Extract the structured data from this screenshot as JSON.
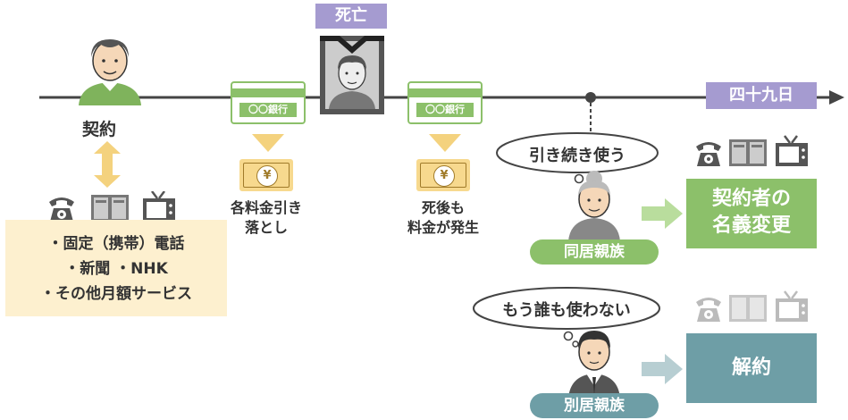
{
  "timeline": {
    "death_label": "死亡",
    "end_label": "四十九日"
  },
  "contract": {
    "label": "契約",
    "services_line1": "・固定（携帯）電話",
    "services_line2": "・新聞 ・NHK",
    "services_line3": "・その他月額サービス"
  },
  "bank": {
    "card_text": "〇〇銀行",
    "yen_symbol": "¥",
    "note1_line1": "各料金引き",
    "note1_line2": "落とし",
    "note2_line1": "死後も",
    "note2_line2": "料金が発生"
  },
  "cohabiting": {
    "speech": "引き続き使う",
    "badge": "同居親族",
    "result_line1": "契約者の",
    "result_line2": "名義変更"
  },
  "separate": {
    "speech": "もう誰も使わない",
    "badge": "別居親族",
    "result": "解約"
  },
  "colors": {
    "green": "#8cc06a",
    "light_green": "#b9dd9d",
    "purple": "#a59bd0",
    "teal": "#6e9ea6",
    "light_teal": "#b7ced2",
    "yellow": "#f4d27e",
    "pale_yellow": "#fdf0cf",
    "timeline": "#444444"
  }
}
